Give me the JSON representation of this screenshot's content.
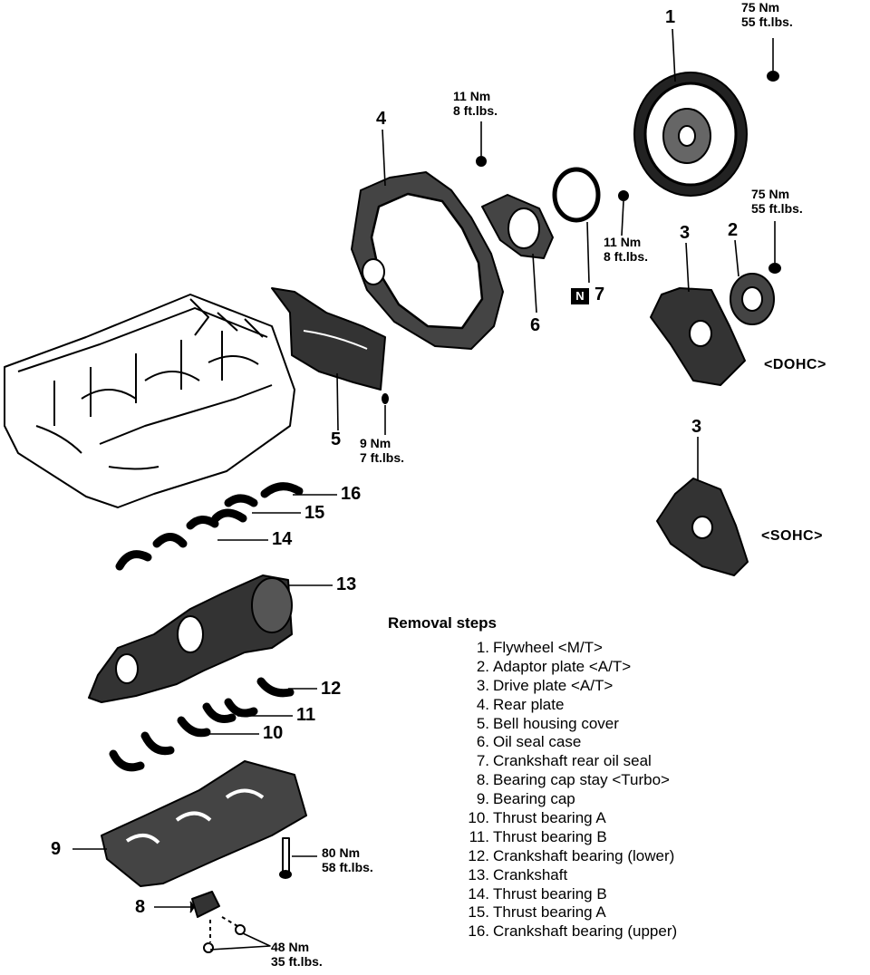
{
  "callouts": {
    "c1": "1",
    "c2": "2",
    "c3_dohc": "3",
    "c3_sohc": "3",
    "c4": "4",
    "c5": "5",
    "c6": "6",
    "c7": "7",
    "c8": "8",
    "c9": "9",
    "c10": "10",
    "c11": "11",
    "c12": "12",
    "c13": "13",
    "c14": "14",
    "c15": "15",
    "c16": "16"
  },
  "new_part_marker": "N",
  "torques": {
    "flywheel_bolt": [
      "75 Nm",
      "55 ft.lbs."
    ],
    "adaptor_bolt": [
      "75 Nm",
      "55 ft.lbs."
    ],
    "rear_plate_bolt": [
      "11 Nm",
      "8 ft.lbs."
    ],
    "seal_case_bolt": [
      "11 Nm",
      "8 ft.lbs."
    ],
    "bell_housing_bolt": [
      "9 Nm",
      "7 ft.lbs."
    ],
    "bearing_cap_bolt": [
      "80 Nm",
      "58 ft.lbs."
    ],
    "cap_stay_bolt": [
      "48 Nm",
      "35 ft.lbs."
    ]
  },
  "variants": {
    "dohc": "<DOHC>",
    "sohc": "<SOHC>"
  },
  "removal_steps": {
    "title": "Removal steps",
    "items": [
      {
        "num": "1.",
        "text": "Flywheel <M/T>"
      },
      {
        "num": "2.",
        "text": "Adaptor plate <A/T>"
      },
      {
        "num": "3.",
        "text": "Drive plate <A/T>"
      },
      {
        "num": "4.",
        "text": "Rear plate"
      },
      {
        "num": "5.",
        "text": "Bell housing cover"
      },
      {
        "num": "6.",
        "text": "Oil seal case"
      },
      {
        "num": "7.",
        "text": "Crankshaft rear oil seal"
      },
      {
        "num": "8.",
        "text": "Bearing cap stay <Turbo>"
      },
      {
        "num": "9.",
        "text": "Bearing cap"
      },
      {
        "num": "10.",
        "text": "Thrust bearing A"
      },
      {
        "num": "11.",
        "text": "Thrust bearing B"
      },
      {
        "num": "12.",
        "text": "Crankshaft bearing (lower)"
      },
      {
        "num": "13.",
        "text": "Crankshaft"
      },
      {
        "num": "14.",
        "text": "Thrust bearing B"
      },
      {
        "num": "15.",
        "text": "Thrust bearing A"
      },
      {
        "num": "16.",
        "text": "Crankshaft bearing (upper)"
      }
    ]
  }
}
